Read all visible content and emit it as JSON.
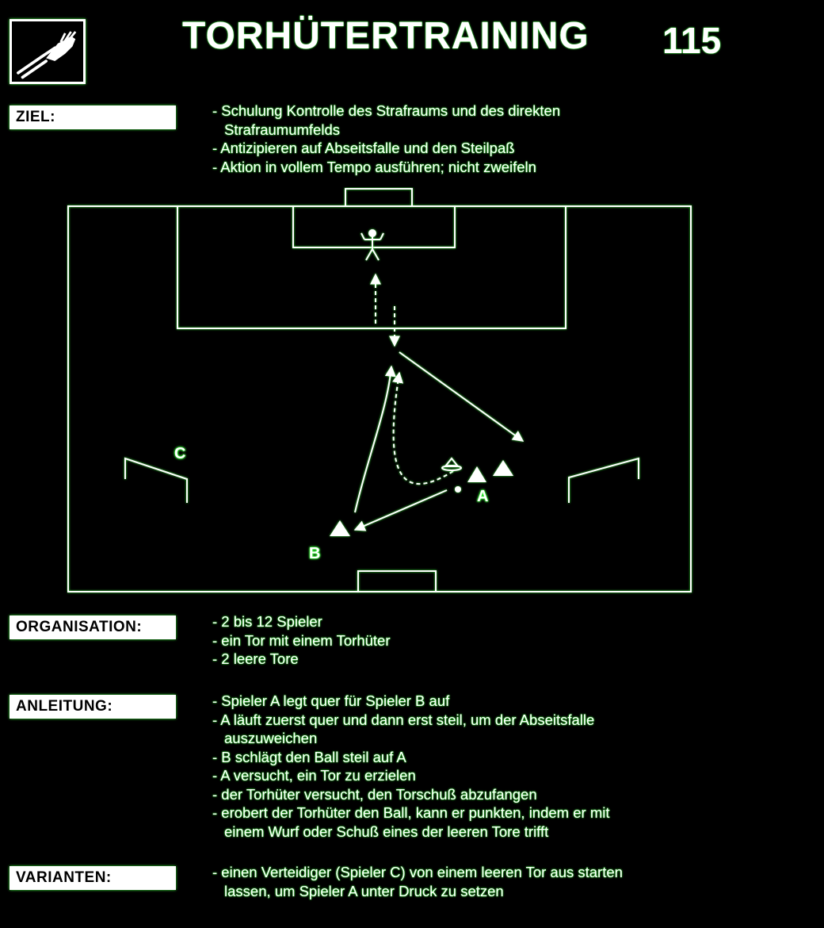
{
  "header": {
    "title": "TORHÜTERTRAINING",
    "page_number": "115",
    "logo_icon": "goalkeeper-glove-icon"
  },
  "colors": {
    "background": "#000000",
    "text": "#ffffff",
    "glow": "#3aff3a"
  },
  "sections": {
    "ziel": {
      "label": "ZIEL:",
      "lines": [
        "- Schulung Kontrolle des Strafraums und des direkten",
        "Strafraumumfelds",
        "- Antizipieren auf Abseitsfalle und den Steilpaß",
        "- Aktion in vollem Tempo ausführen; nicht zweifeln"
      ]
    },
    "organisation": {
      "label": "ORGANISATION:",
      "lines": [
        "- 2 bis 12 Spieler",
        "- ein Tor mit einem Torhüter",
        "- 2 leere Tore"
      ]
    },
    "anleitung": {
      "label": "ANLEITUNG:",
      "lines": [
        "- Spieler A legt quer für Spieler B auf",
        "- A läuft zuerst quer und dann erst steil, um der Abseitsfalle",
        "auszuweichen",
        "- B schlägt den Ball steil auf A",
        "- A versucht, ein Tor zu erzielen",
        "- der Torhüter versucht, den Torschuß abzufangen",
        "- erobert der Torhüter den Ball, kann er punkten, indem er mit",
        "einem Wurf oder Schuß eines der leeren Tore trifft"
      ]
    },
    "varianten": {
      "label": "VARIANTEN:",
      "lines": [
        "- einen Verteidiger (Spieler C) von einem leeren Tor aus starten",
        "lassen, um Spieler A unter Druck zu setzen"
      ]
    }
  },
  "diagram": {
    "player_labels": {
      "a": "A",
      "b": "B",
      "c": "C"
    }
  }
}
